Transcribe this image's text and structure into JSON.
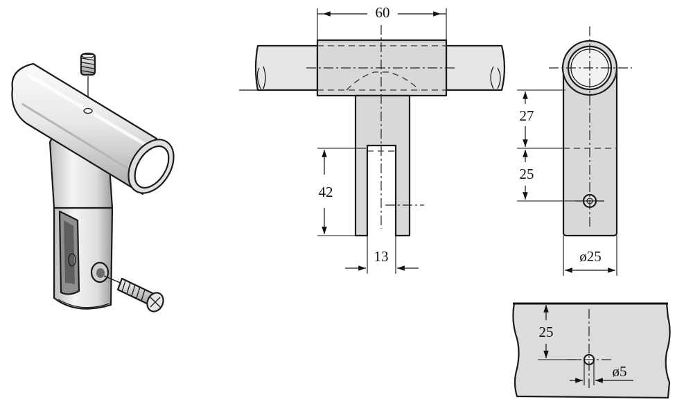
{
  "colors": {
    "metal_light": "#f2f2f2",
    "metal_mid": "#d6d6d6",
    "metal_dark": "#9a9a9a",
    "tube_fill": "#e6e6e6",
    "plate_fill": "#dcdcdc",
    "line": "#1a1a1a"
  },
  "dimensions": {
    "top_width": "60",
    "slot_depth": "42",
    "slot_width": "13",
    "side_upper": "27",
    "side_lower": "25",
    "tube_diameter": "ø25",
    "plate_offset": "25",
    "hole_diameter": "ø5"
  },
  "icons": {
    "set_screw": "set-screw-icon",
    "mounting_screw": "mounting-screw-icon",
    "fitting": "t-connector-icon"
  }
}
